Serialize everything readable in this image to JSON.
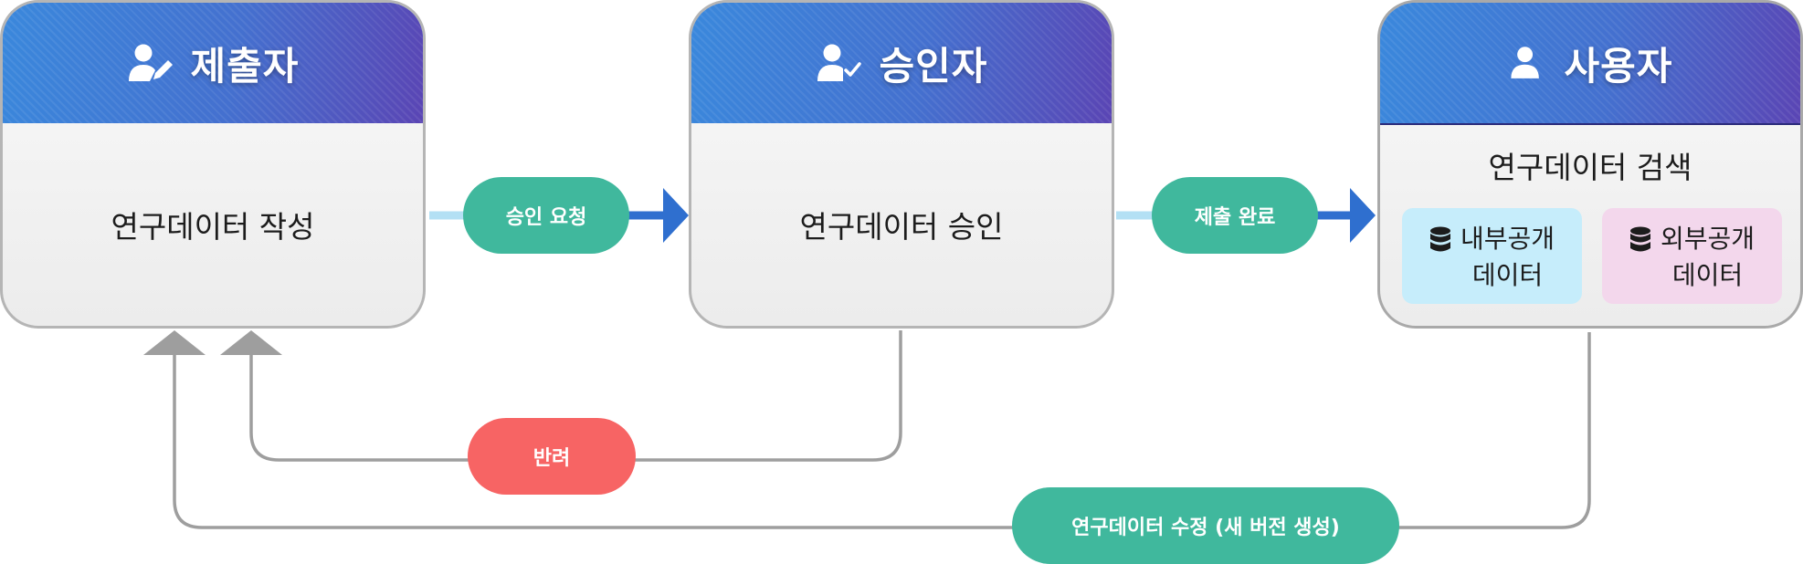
{
  "colors": {
    "header_gradient_start": "#3a88dc",
    "header_gradient_end": "#5a45b4",
    "card_border": "#b5b5b5",
    "pill_green": "#40b89d",
    "pill_red": "#f76464",
    "arrow_blue": "#2f6fcf",
    "arrow_light": "#b3e0f4",
    "connector_gray": "#9e9e9e",
    "internal_box": "#c6edfb",
    "external_box": "#f3d7ec"
  },
  "cards": {
    "submitter": {
      "title": "제출자",
      "icon": "user-pen-icon",
      "body": "연구데이터 작성"
    },
    "approver": {
      "title": "승인자",
      "icon": "user-check-icon",
      "body": "연구데이터 승인"
    },
    "user": {
      "title": "사용자",
      "icon": "user-icon",
      "body": "연구데이터 검색",
      "internal": {
        "line1": "내부공개",
        "line2": "데이터",
        "icon": "database-icon"
      },
      "external": {
        "line1": "외부공개",
        "line2": "데이터",
        "icon": "database-icon"
      }
    }
  },
  "flows": {
    "request": "승인 요청",
    "complete": "제출 완료",
    "reject": "반려",
    "revise": "연구데이터 수정 (새 버전 생성)"
  }
}
